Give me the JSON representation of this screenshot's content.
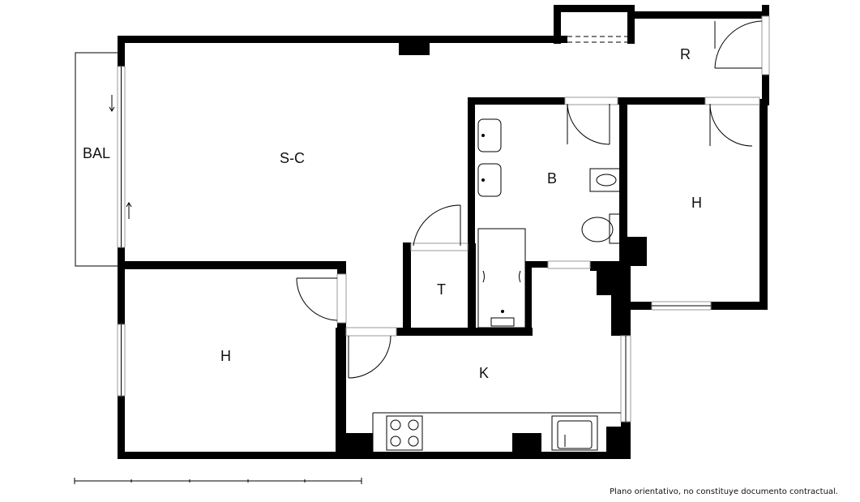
{
  "rooms": {
    "balcony": "BAL",
    "living_dining": "S-C",
    "storage": "R",
    "bathroom": "B",
    "bedroom_right": "H",
    "toilet": "T",
    "bedroom_left": "H",
    "kitchen": "K"
  },
  "footer_note": "Plano orientativo, no constituye documento contractual.",
  "colors": {
    "walls": "#000000",
    "background": "#ffffff",
    "window_glass": "#9a9a9a"
  }
}
